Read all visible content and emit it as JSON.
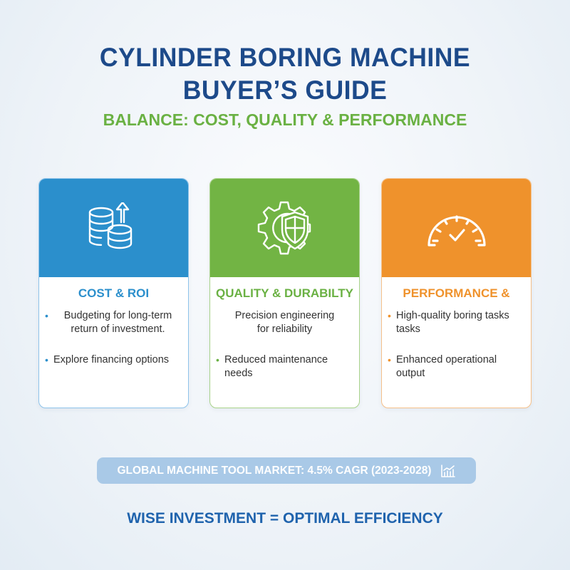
{
  "header": {
    "title_line1": "CYLINDER BORING MACHINE",
    "title_line2": "BUYER’S GUIDE",
    "subtitle": "BALANCE: COST, QUALITY & PERFORMANCE"
  },
  "colors": {
    "title": "#1d4a8a",
    "subtitle": "#6ab143",
    "cost": "#2b8fcc",
    "quality": "#72b444",
    "performance": "#ef922c",
    "banner": "#a9c9e7",
    "footer": "#1f63ad"
  },
  "cards": [
    {
      "icon": "coins-arrow-up-icon",
      "title": "COST & ROI",
      "items": [
        {
          "bullet": true,
          "text": "Budgeting for long-term return of investment."
        },
        {
          "bullet": true,
          "text": "Explore financing options"
        }
      ]
    },
    {
      "icon": "gear-shield-icon",
      "title": "QUALITY & DURABILTY",
      "items": [
        {
          "bullet": false,
          "text": "Precision engineering for reliability"
        },
        {
          "bullet": true,
          "text": "Reduced maintenance needs"
        }
      ]
    },
    {
      "icon": "speedometer-check-icon",
      "title": "PERFORMANCE &",
      "items": [
        {
          "bullet": true,
          "text": "High-quality boring tasks tasks"
        },
        {
          "bullet": true,
          "text": "Enhanced operational output"
        }
      ]
    }
  ],
  "banner": {
    "text": "GLOBAL MACHINE TOOL MARKET: 4.5% CAGR (2023-2028)",
    "icon": "bar-chart-trend-icon"
  },
  "footer": {
    "text": "WISE INVESTMENT = OPTIMAL EFFICIENCY"
  }
}
